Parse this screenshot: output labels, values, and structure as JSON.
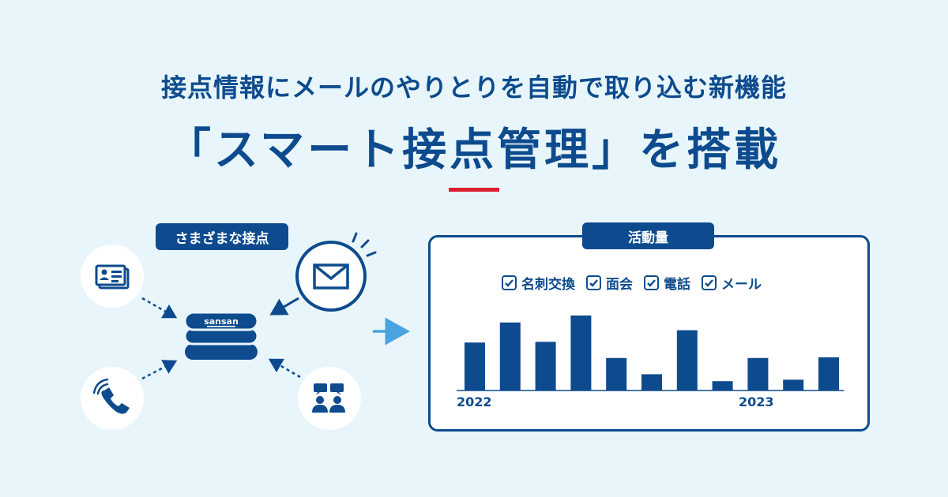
{
  "headline": "接点情報にメールのやりとりを自動で取り込む新機能",
  "title": "「スマート接点管理」を搭載",
  "left": {
    "label": "さまざまな接点",
    "hub_logo": "sansan",
    "touchpoint_icons": [
      "business-card-icon",
      "phone-icon",
      "meeting-icon",
      "mail-icon"
    ]
  },
  "right": {
    "label": "活動量",
    "legend": [
      "名刺交換",
      "面会",
      "電話",
      "メール"
    ]
  },
  "colors": {
    "navy": "#0d4b8e",
    "red": "#d9202e",
    "arrow": "#4aa3e0",
    "background": "#e8f6fb"
  },
  "chart_data": {
    "type": "bar",
    "values": [
      62,
      88,
      63,
      97,
      42,
      21,
      78,
      12,
      42,
      14,
      43
    ],
    "ylim": [
      0,
      100
    ],
    "x_tick_labels": [
      {
        "label": "2022",
        "index": 0
      },
      {
        "label": "2023",
        "index": 8
      }
    ]
  }
}
